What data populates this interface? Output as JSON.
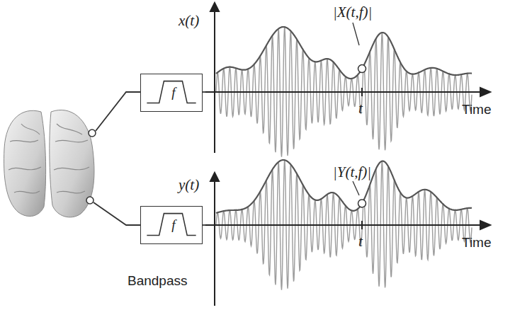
{
  "diagram": {
    "nodes": [
      {
        "text": [
          "f"
        ]
      },
      {
        "text": [
          "f"
        ]
      }
    ],
    "labels": [
      "x(t)",
      "|X(t,f)|",
      "t",
      "Time",
      "y(t)",
      "|Y(t,f)|",
      "t",
      "Time",
      "Bandpass"
    ]
  }
}
